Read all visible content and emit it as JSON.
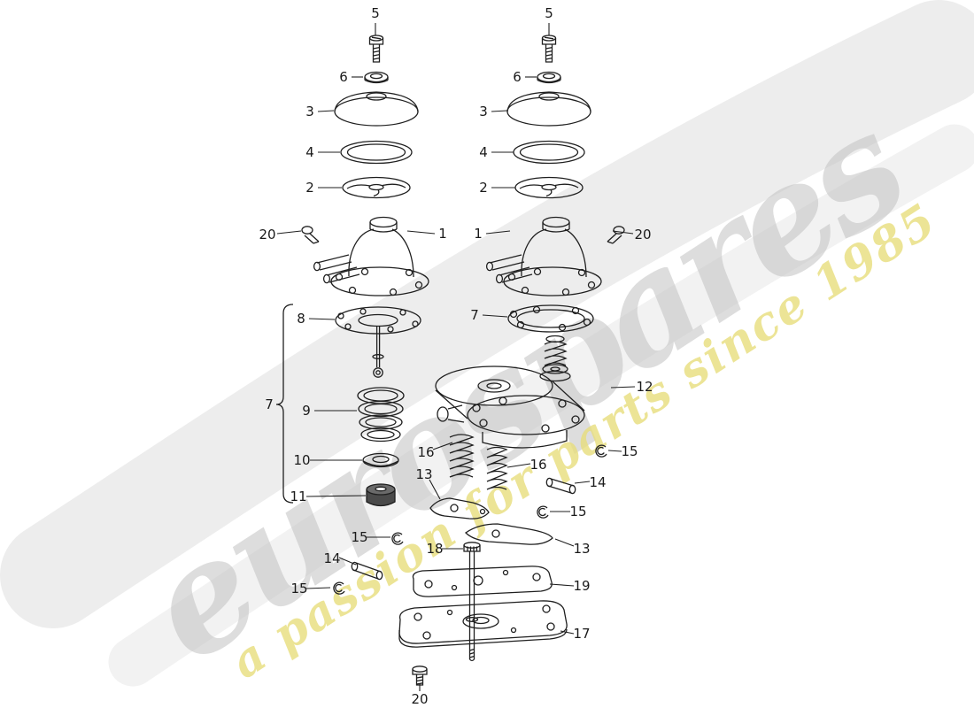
{
  "watermark": {
    "brand": "eurospares",
    "tagline": "a passion for parts since 1985",
    "brand_color": "#c2c2c2",
    "tagline_color": "#e8de7d"
  },
  "diagram": {
    "line_color": "#1f1f1f",
    "background": "#ffffff"
  },
  "callouts": [
    {
      "label": "5"
    },
    {
      "label": "5"
    },
    {
      "label": "6"
    },
    {
      "label": "6"
    },
    {
      "label": "3"
    },
    {
      "label": "3"
    },
    {
      "label": "4"
    },
    {
      "label": "4"
    },
    {
      "label": "2"
    },
    {
      "label": "2"
    },
    {
      "label": "20"
    },
    {
      "label": "1"
    },
    {
      "label": "1"
    },
    {
      "label": "20"
    },
    {
      "label": "8"
    },
    {
      "label": "7"
    },
    {
      "label": "7"
    },
    {
      "label": "9"
    },
    {
      "label": "10"
    },
    {
      "label": "11"
    },
    {
      "label": "12"
    },
    {
      "label": "16"
    },
    {
      "label": "13"
    },
    {
      "label": "16"
    },
    {
      "label": "15"
    },
    {
      "label": "14"
    },
    {
      "label": "15"
    },
    {
      "label": "13"
    },
    {
      "label": "15"
    },
    {
      "label": "14"
    },
    {
      "label": "15"
    },
    {
      "label": "18"
    },
    {
      "label": "19"
    },
    {
      "label": "17"
    },
    {
      "label": "20"
    }
  ]
}
